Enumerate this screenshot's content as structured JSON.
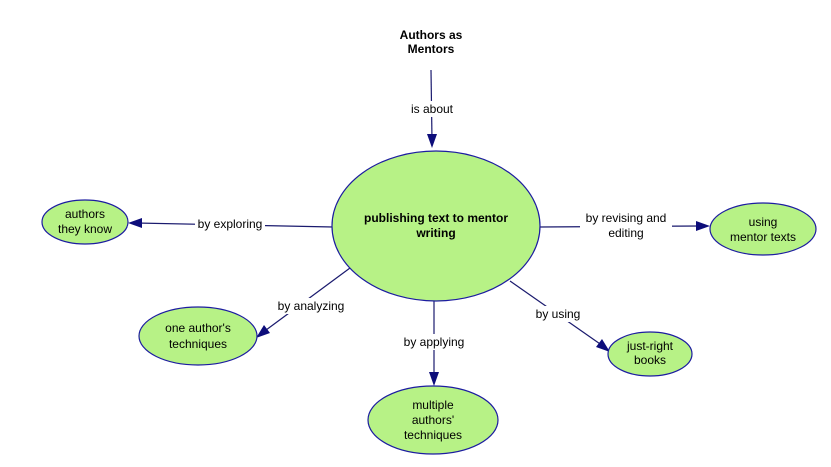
{
  "colors": {
    "node_fill": "#b7f286",
    "node_stroke": "#1c1ca0",
    "edge": "#1a1a6e",
    "arrow": "#0d0d7a",
    "background": "#ffffff"
  },
  "nodes": {
    "top": {
      "lines": [
        "Authors as",
        "Mentors"
      ]
    },
    "center": {
      "lines": [
        "publishing text to mentor",
        "writing"
      ]
    },
    "authors_they_know": {
      "lines": [
        "authors",
        "they know"
      ]
    },
    "using_mentor_texts": {
      "lines": [
        "using",
        "mentor texts"
      ]
    },
    "one_author": {
      "lines": [
        "one author's",
        "techniques"
      ]
    },
    "just_right": {
      "lines": [
        "just-right",
        "books"
      ]
    },
    "multiple_authors": {
      "lines": [
        "multiple",
        "authors'",
        "techniques"
      ]
    }
  },
  "links": {
    "is_about": {
      "lines": [
        "is about"
      ]
    },
    "by_exploring": {
      "lines": [
        "by exploring"
      ]
    },
    "by_revising": {
      "lines": [
        "by revising and",
        "editing"
      ]
    },
    "by_analyzing": {
      "lines": [
        "by analyzing"
      ]
    },
    "by_applying": {
      "lines": [
        "by applying"
      ]
    },
    "by_using": {
      "lines": [
        "by using"
      ]
    }
  }
}
